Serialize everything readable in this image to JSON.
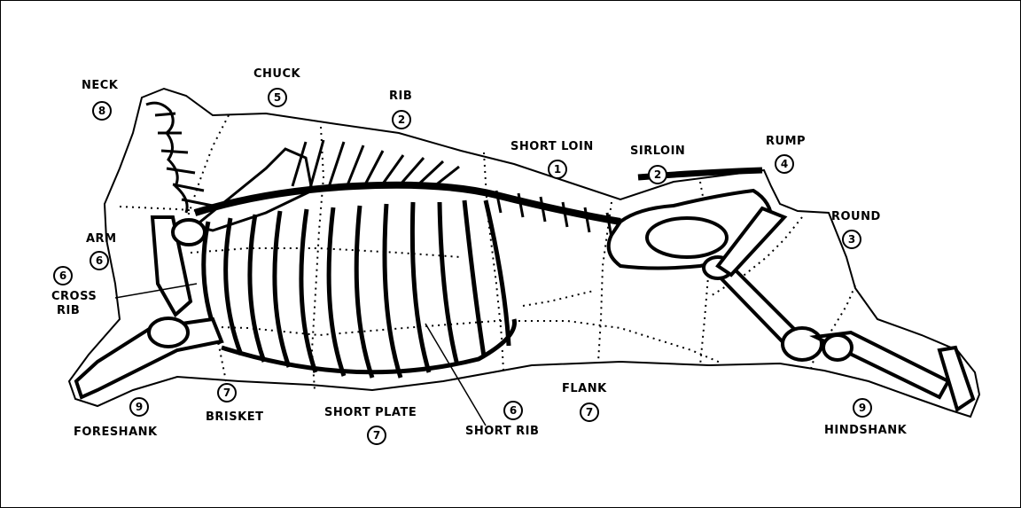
{
  "cuts": {
    "neck": {
      "name": "NECK",
      "number": "8"
    },
    "chuck": {
      "name": "CHUCK",
      "number": "5"
    },
    "rib": {
      "name": "RIB",
      "number": "2"
    },
    "short_loin": {
      "name": "SHORT LOIN",
      "number": "1"
    },
    "sirloin": {
      "name": "SIRLOIN",
      "number": "2"
    },
    "rump": {
      "name": "RUMP",
      "number": "4"
    },
    "round": {
      "name": "ROUND",
      "number": "3"
    },
    "arm": {
      "name": "ARM",
      "number": "6"
    },
    "cross_rib": {
      "name_line1": "CROSS",
      "name_line2": "RIB",
      "number": "6"
    },
    "foreshank": {
      "name": "FORESHANK",
      "number": "9"
    },
    "brisket": {
      "name": "BRISKET",
      "number": "7"
    },
    "short_plate": {
      "name": "SHORT PLATE",
      "number": "7"
    },
    "short_rib": {
      "name": "SHORT RIB",
      "number": "6"
    },
    "flank": {
      "name": "FLANK",
      "number": "7"
    },
    "hindshank": {
      "name": "HINDSHANK",
      "number": "9"
    }
  }
}
